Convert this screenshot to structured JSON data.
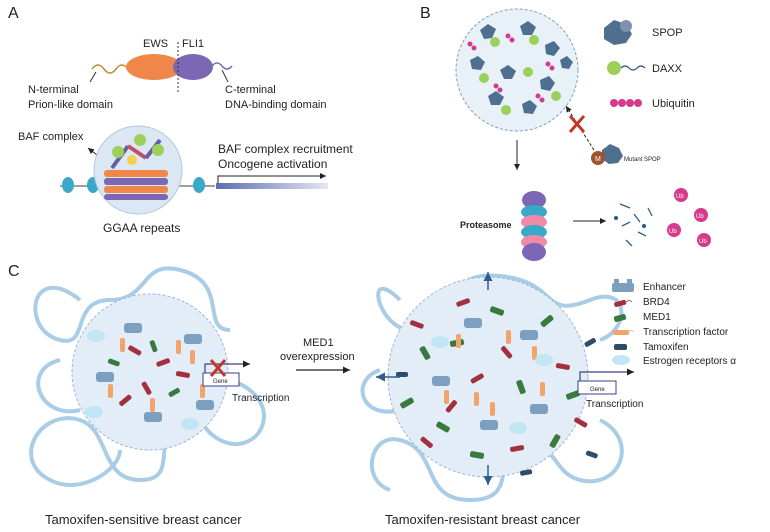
{
  "panel_a": {
    "label": "A",
    "ews": "EWS",
    "fli1": "FLI1",
    "n_terminal": "N-terminal",
    "prion_like": "Prion-like domain",
    "c_terminal": "C-terminal",
    "dna_binding": "DNA-binding domain",
    "baf_complex": "BAF complex",
    "recruitment": "BAF complex recruitment",
    "activation": "Oncogene activation",
    "ggaa": "GGAA repeats"
  },
  "panel_b": {
    "label": "B",
    "spop": "SPOP",
    "daxx": "DAXX",
    "ubiquitin": "Ubiquitin",
    "mutant_spop": "Mutant SPOP",
    "mutant_mark": "M",
    "proteasome": "Proteasome",
    "ub": "Ub"
  },
  "panel_c": {
    "label": "C",
    "med1_line1": "MED1",
    "med1_line2": "overexpression",
    "gene": "Gene",
    "transcription": "Transcription",
    "sensitive_title": "Tamoxifen-sensitive breast cancer",
    "resistant_title": "Tamoxifen-resistant breast cancer",
    "legend": [
      {
        "label": "Enhancer",
        "icon": "enhancer-icon",
        "color": "#7d9fc0"
      },
      {
        "label": "BRD4",
        "icon": "brd4-icon",
        "color": "#a4303f"
      },
      {
        "label": "MED1",
        "icon": "med1-icon",
        "color": "#3a7a3f"
      },
      {
        "label": "Transcription factor",
        "icon": "transcription-factor-icon",
        "color": "#f2a56a"
      },
      {
        "label": "Tamoxifen",
        "icon": "tamoxifen-icon",
        "color": "#2e4d6b"
      },
      {
        "label": "Estrogen receptors α",
        "icon": "estrogen-receptor-icon",
        "color": "#bfe6f2"
      }
    ]
  },
  "colors": {
    "ews": "#f0864a",
    "fli1": "#7b67b3",
    "chromatin": "#a9cde6",
    "nucleus_fill": "#e3edf7",
    "baf_green": "#9bd15a",
    "ubiquitin": "#d63a8c",
    "arrow_blue": "#2e5f8a"
  }
}
